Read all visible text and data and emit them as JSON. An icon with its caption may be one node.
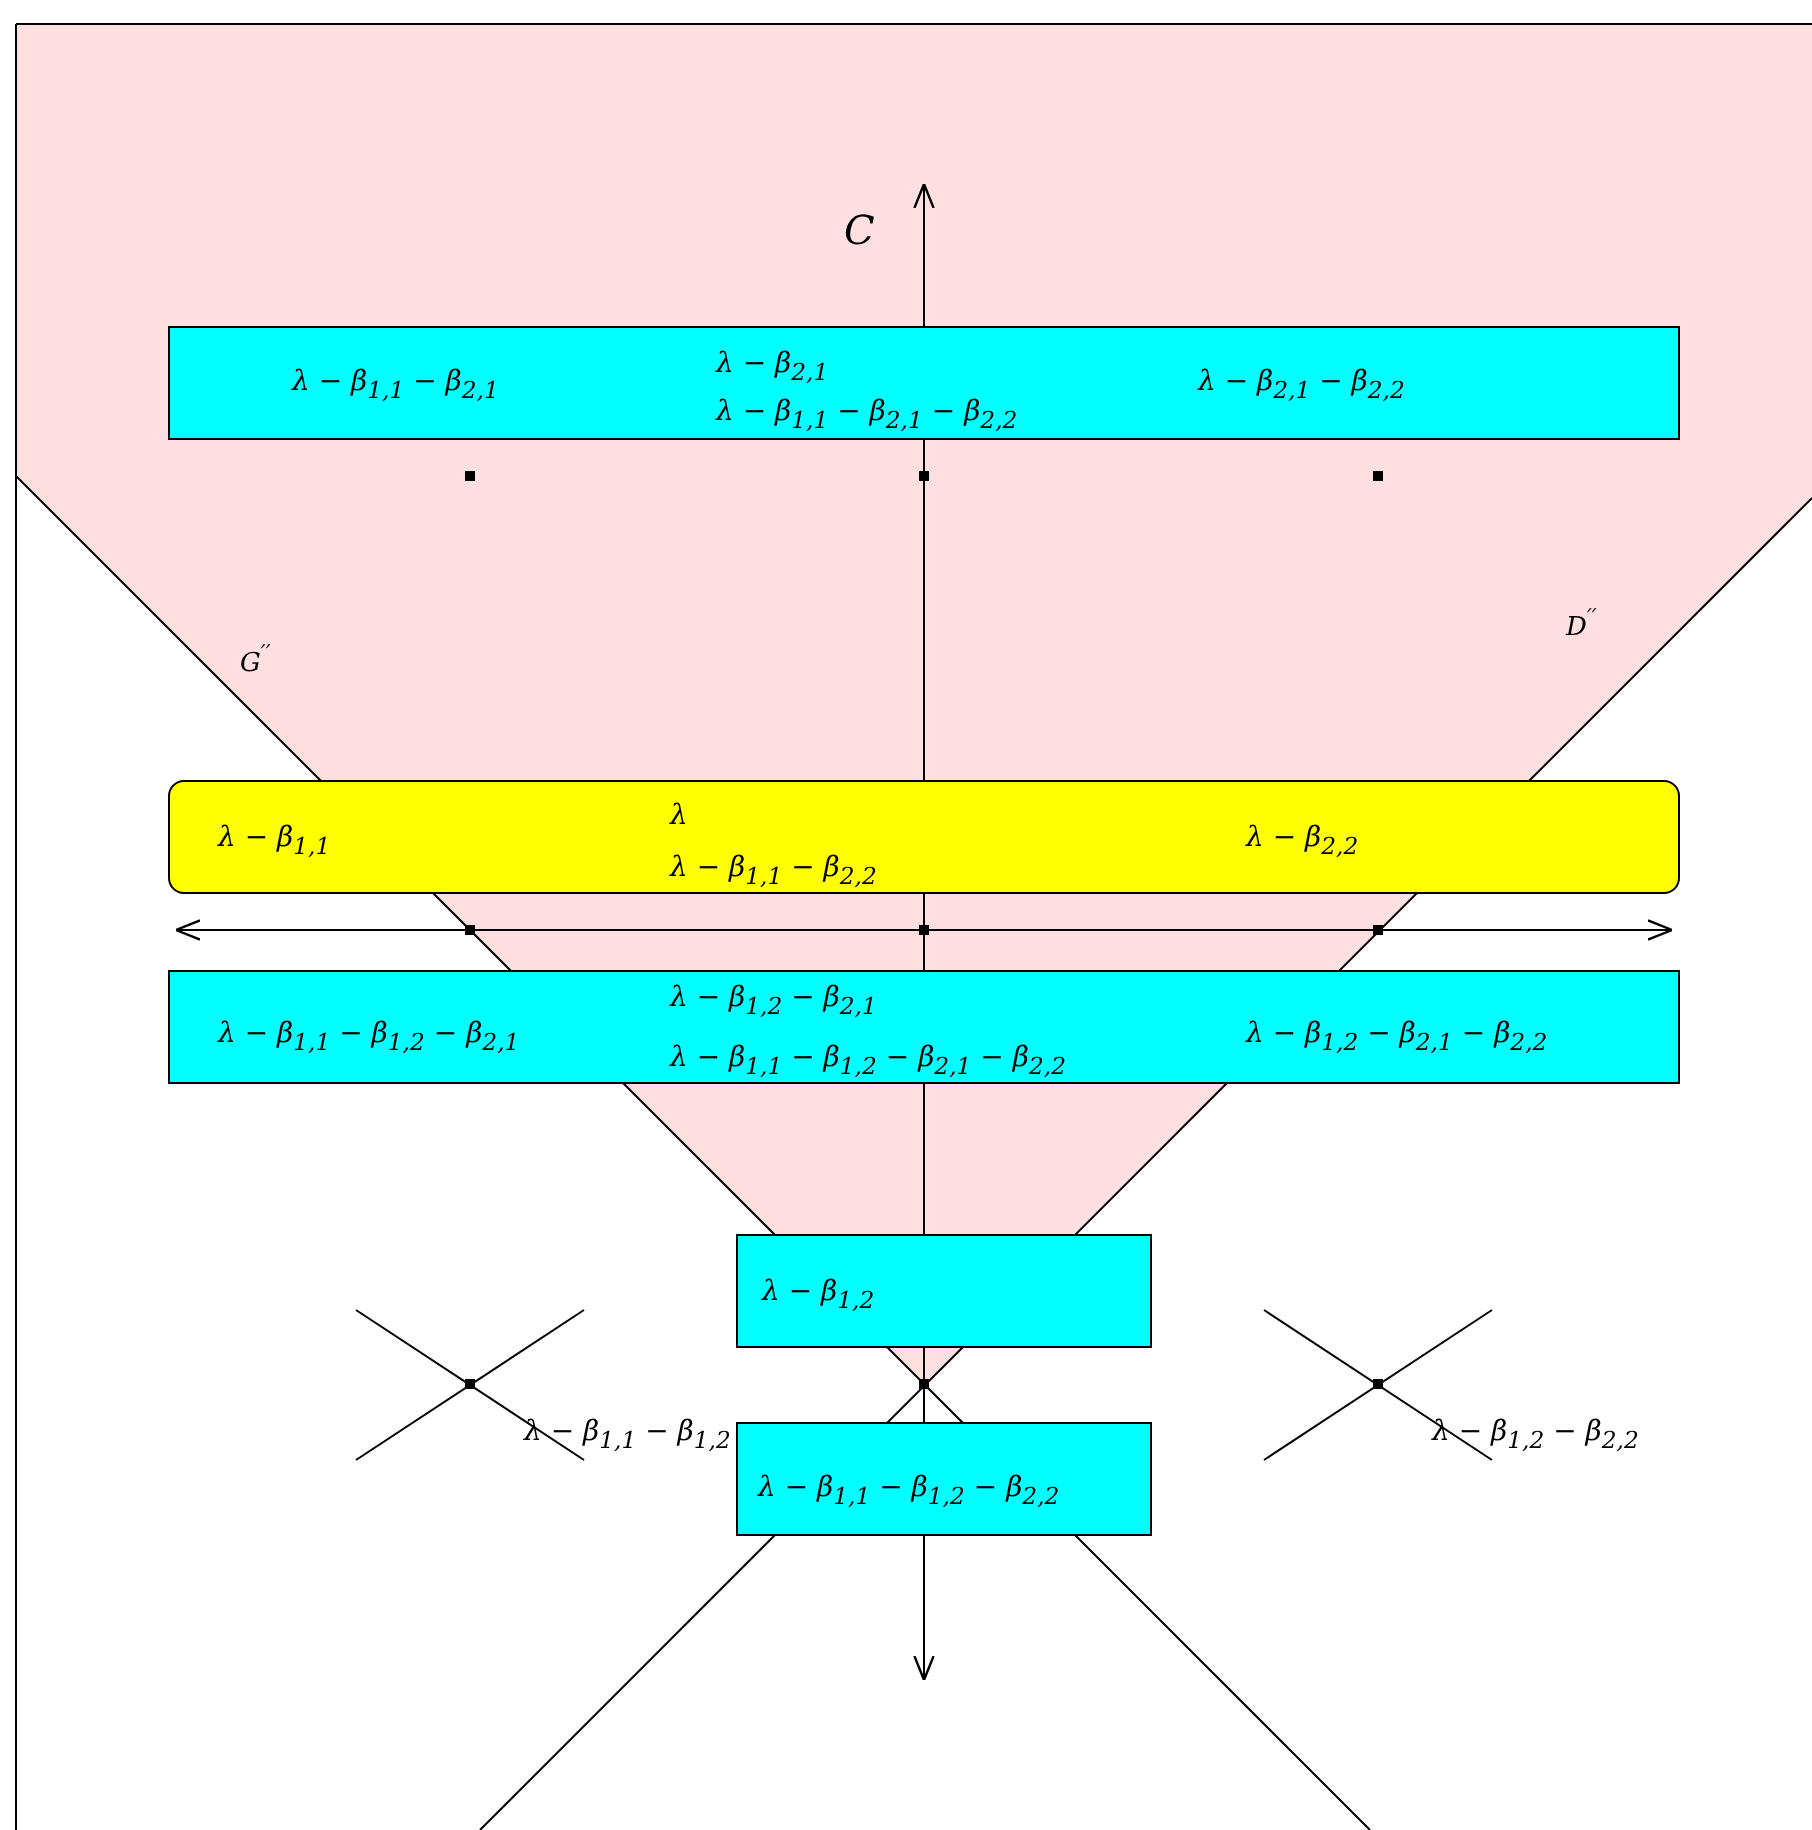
{
  "diagram": {
    "nodes": [
      {
        "text": [
          "λ − β$_{1,1}$ − β$_{2,1}$",
          "λ − β$_{2,1}$",
          "λ − β$_{1,1}$ − β$_{2,1}$ − β$_{2,2}$",
          "λ − β$_{2,1}$ − β$_{2,2}$"
        ]
      },
      {
        "text": [
          "λ − β$_{1,1}$",
          "λ",
          "λ − β$_{1,1}$ − β$_{2,2}$",
          "λ − β$_{2,2}$"
        ]
      },
      {
        "text": [
          "λ − β$_{1,1}$ − β$_{1,2}$ − β$_{2,1}$",
          "λ − β$_{1,2}$ − β$_{2,1}$",
          "λ − β$_{1,1}$ − β$_{1,2}$ − β$_{2,1}$ − β$_{2,2}$",
          "λ − β$_{1,2}$ − β$_{2,1}$ − β$_{2,2}$"
        ]
      },
      {
        "text": [
          "λ − β$_{1,2}$"
        ]
      },
      {
        "text": [
          "λ − β$_{1,1}$ − β$_{1,2}$ − β$_{2,2}$"
        ]
      }
    ],
    "edges": [],
    "labels": [
      "C",
      "G$^{′′}$",
      "D$^{′′}$",
      "λ − β$_{1,1}$ − β$_{1,2}$",
      "λ − β$_{1,2}$ − β$_{2,2}$"
    ]
  }
}
